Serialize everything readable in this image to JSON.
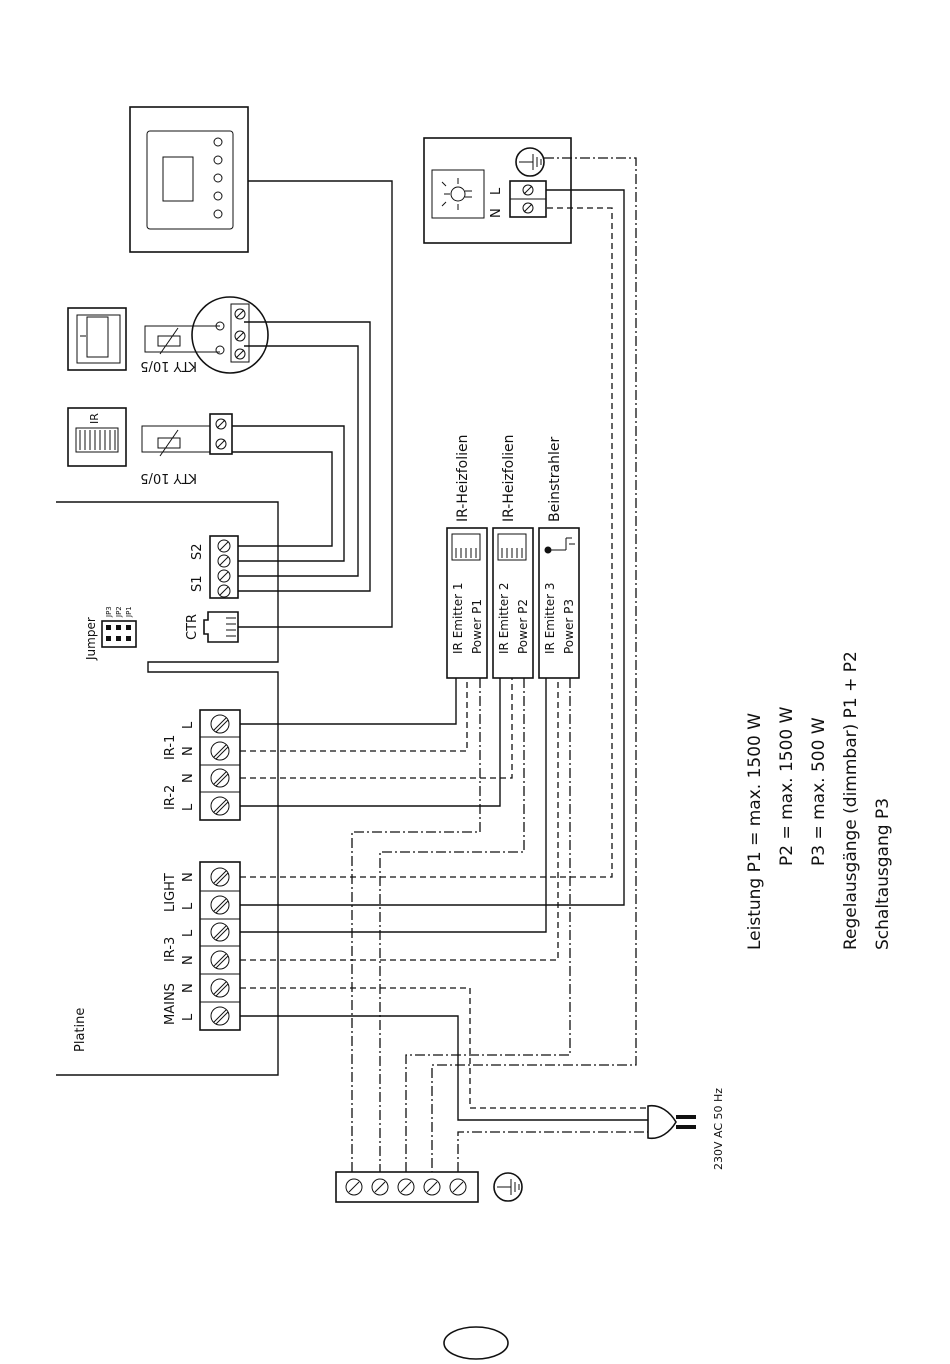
{
  "labels": {
    "platine": "Platine",
    "jumper": "Jumper",
    "jp3": "JP3",
    "jp2": "JP2",
    "jp1": "JP1",
    "ctr": "CTR",
    "s1": "S1",
    "s2": "S2",
    "kty_1": "KTY 10/5",
    "kty_2": "KTY 10/5",
    "ir_symbol": "IR",
    "lamp_n": "N",
    "lamp_l": "L",
    "supply": "230V AC 50 Hz"
  },
  "terminal_groups": [
    {
      "name": "IR-1",
      "pins": [
        "N",
        "L"
      ]
    },
    {
      "name": "IR-2",
      "pins": [
        "L",
        "N"
      ]
    },
    {
      "name": "LIGHT",
      "pins": [
        "L",
        "N"
      ]
    },
    {
      "name": "IR-3",
      "pins": [
        "N",
        "L"
      ]
    },
    {
      "name": "MAINS",
      "pins": [
        "L",
        "N"
      ]
    }
  ],
  "emitters": [
    {
      "heading": "IR-Heizfolien",
      "line1": "IR  Emitter 1",
      "line2": "Power P1"
    },
    {
      "heading": "IR-Heizfolien",
      "line1": "IR  Emitter 2",
      "line2": "Power P2"
    },
    {
      "heading": "Beinstrahler",
      "line1": "IR  Emitter 3",
      "line2": "Power P3"
    }
  ],
  "notes": {
    "line1": "Leistung  P1 = max. 1500 W",
    "line2": "P2 = max. 1500 W",
    "line3": "P3 = max. 500 W",
    "line4": "Regelausgänge (dimmbar) P1 + P2",
    "line5": "Schaltausgang P3"
  }
}
